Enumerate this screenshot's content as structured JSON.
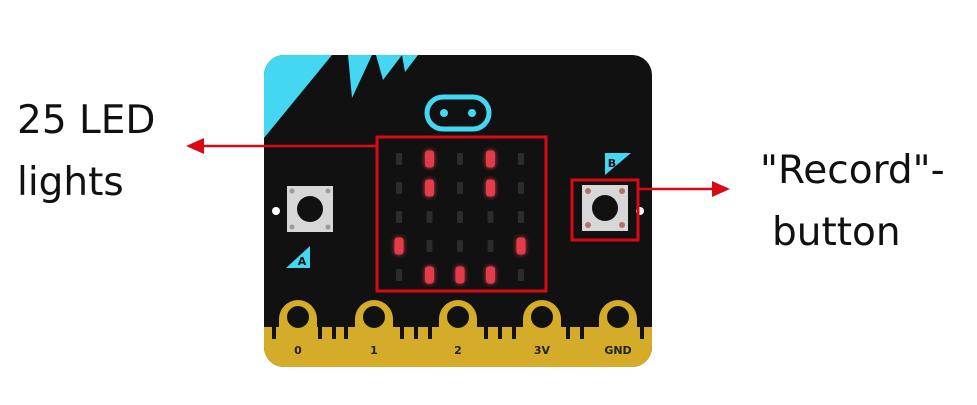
{
  "labels": {
    "led_line1": "25 LED",
    "led_line2": "lights",
    "record_line1": "\"Record\"-",
    "record_line2": "button"
  },
  "board": {
    "button_a": "A",
    "button_b": "B",
    "pins": [
      "0",
      "1",
      "2",
      "3V",
      "GND"
    ]
  },
  "led_matrix": {
    "rows": 5,
    "cols": 5,
    "lit": [
      [
        0,
        1,
        0,
        1,
        0
      ],
      [
        0,
        1,
        0,
        1,
        0
      ],
      [
        0,
        0,
        0,
        0,
        0
      ],
      [
        1,
        0,
        0,
        0,
        1
      ],
      [
        0,
        1,
        1,
        1,
        0
      ]
    ]
  },
  "colors": {
    "board": "#111111",
    "accent": "#44d7f2",
    "gold": "#d4ac2a",
    "led_on": "#e23b4a",
    "led_off": "#2c2c2c",
    "highlight": "#d90a14"
  }
}
